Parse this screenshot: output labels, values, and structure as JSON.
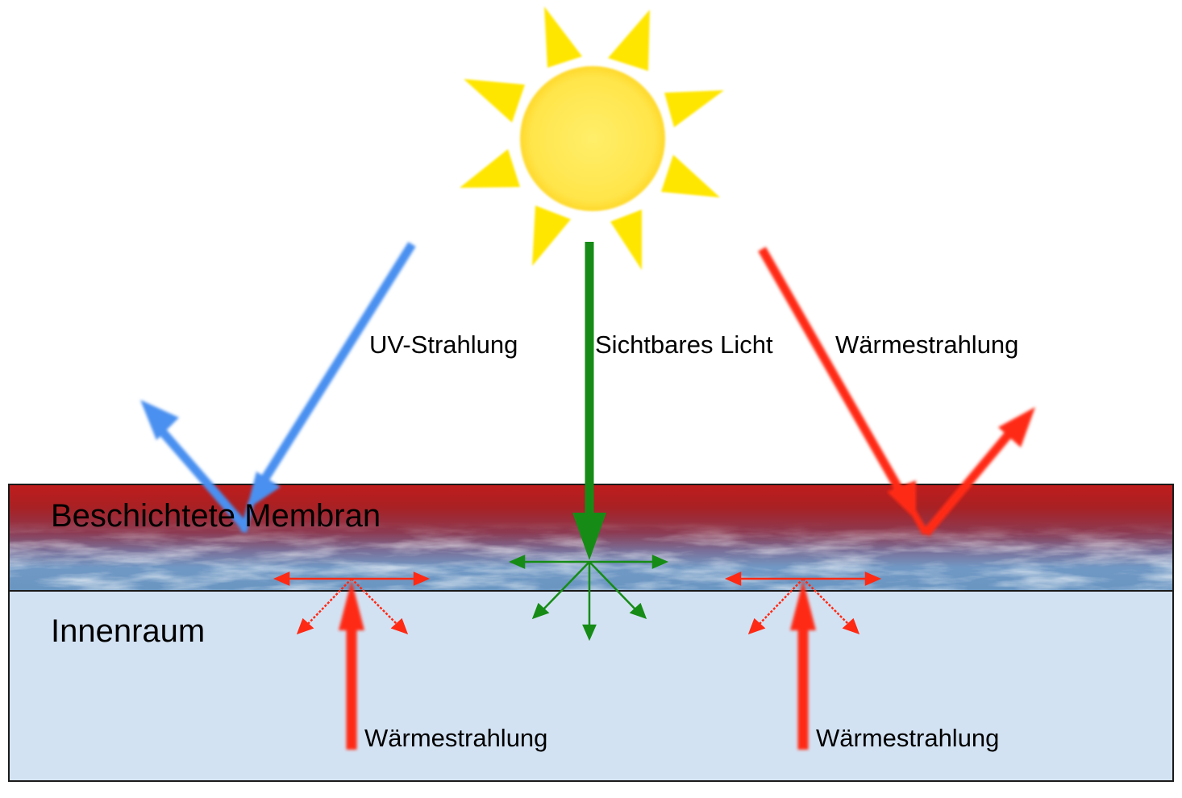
{
  "labels": {
    "uv": "UV-Strahlung",
    "visible": "Sichtbares Licht",
    "heat_top": "Wärmestrahlung",
    "membrane": "Beschichtete Membran",
    "interior": "Innenraum",
    "heat_left": "Wärmestrahlung",
    "heat_right": "Wärmestrahlung"
  },
  "colors": {
    "sun": "#ffe600",
    "sun_core": "#ffe95a",
    "uv": "#4a90f0",
    "visible": "#168c16",
    "heat": "#ff2a14",
    "membrane_top": "#c01c1c",
    "membrane_bottom": "#6e9cc8",
    "interior": "#d3e2f3",
    "outline": "#1a1a1a"
  },
  "icons": {
    "sun": "sun-icon"
  }
}
